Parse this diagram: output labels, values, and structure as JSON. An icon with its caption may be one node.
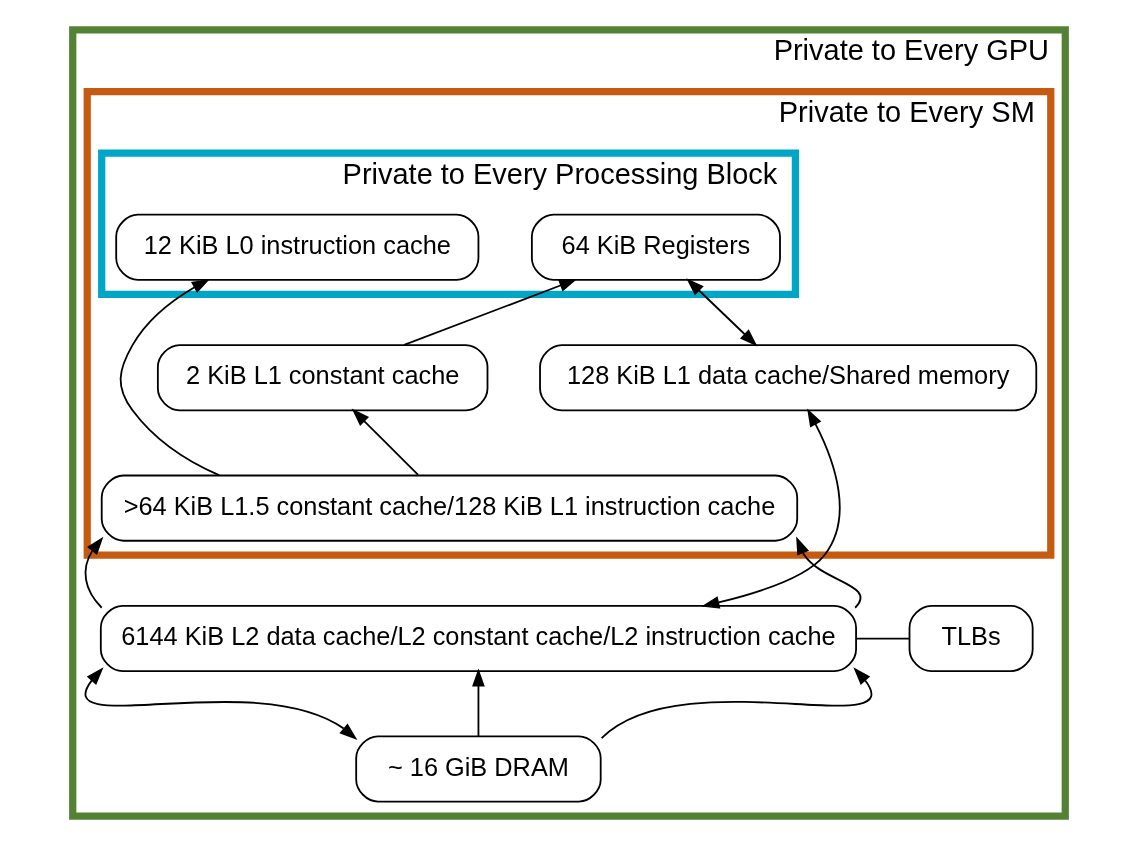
{
  "diagram": {
    "nodes": [
      {
        "text": [
          "Private to Every GPU"
        ]
      },
      {
        "text": [
          "Private to Every SM"
        ],
        "in": 0
      },
      {
        "text": [
          "Private to Every Processing Block"
        ],
        "in": 1
      },
      {
        "text": [
          "64 KiB Registers"
        ],
        "in": 2
      },
      {
        "text": [
          "12 KiB L0 instruction cache"
        ],
        "in": 2
      },
      {
        "text": [
          "128 KiB L1 data cache/Shared memory"
        ],
        "in": 1
      },
      {
        "text": [
          "2 KiB L1 constant cache"
        ],
        "in": 1
      },
      {
        "text": [
          ">64 KiB L1.5 constant cache/128 KiB L1 instruction cache"
        ],
        "in": 1
      },
      {
        "text": [
          "6144 KiB L2 data cache/L2 constant cache/L2 instruction cache"
        ],
        "in": 0
      },
      {
        "text": [
          "TLBs"
        ],
        "in": 0
      },
      {
        "text": [
          "~ 16 GiB DRAM"
        ],
        "in": 0
      }
    ],
    "edges": [
      {
        "from": 5,
        "to": 3,
        "arrow": "both"
      },
      {
        "from": 6,
        "to": 3,
        "arrow": "to"
      },
      {
        "from": 7,
        "to": 6,
        "arrow": "to"
      },
      {
        "from": 7,
        "to": 4,
        "arrow": "to"
      },
      {
        "from": 8,
        "to": 5,
        "arrow": "both"
      },
      {
        "from": 8,
        "to": 7,
        "arrow": "to"
      },
      {
        "from": 8,
        "to": 7,
        "arrow": "to"
      },
      {
        "from": 8,
        "to": 9,
        "arrow": "none"
      },
      {
        "from": 10,
        "to": 8,
        "arrow": "both"
      },
      {
        "from": 10,
        "to": 8,
        "arrow": "to"
      },
      {
        "from": 10,
        "to": 8,
        "arrow": "to"
      }
    ]
  }
}
